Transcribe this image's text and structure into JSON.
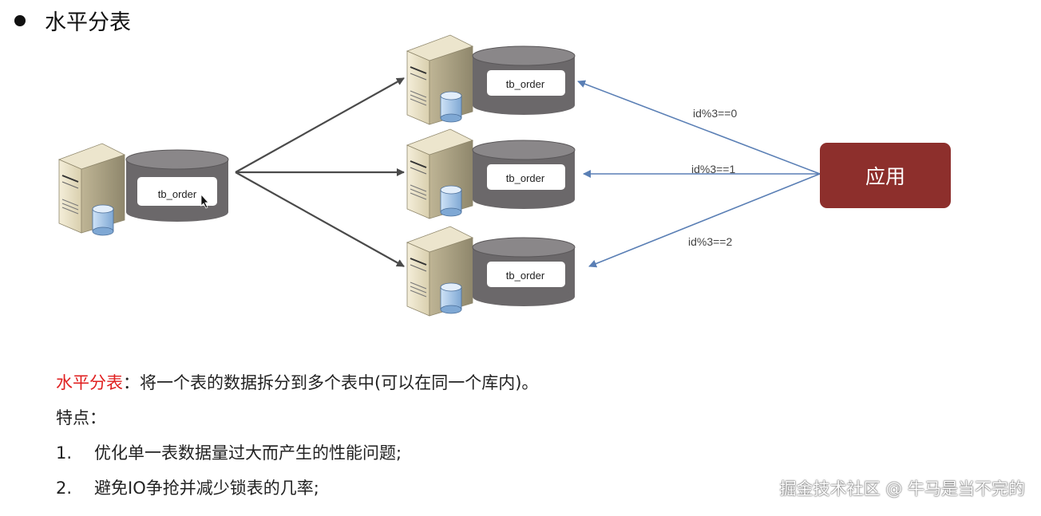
{
  "slide": {
    "heading": "水平分表"
  },
  "diagram": {
    "source_table": "tb_order",
    "shard_tables": [
      "tb_order",
      "tb_order",
      "tb_order"
    ],
    "conditions": [
      "id%3==0",
      "id%3==1",
      "id%3==2"
    ],
    "app_label": "应用"
  },
  "description": {
    "term": "水平分表",
    "definition": "：将一个表的数据拆分到多个表中(可以在同一个库内)。",
    "features_label": "特点：",
    "items": [
      {
        "num": "1.",
        "text": "优化单一表数据量过大而产生的性能问题;"
      },
      {
        "num": "2.",
        "text": "避免IO争抢并减少锁表的几率;"
      }
    ]
  },
  "watermark": "掘金技术社区 @ 牛马是当不完的",
  "colors": {
    "app_box": "#8d2f2c",
    "term_red": "#e02020",
    "arrow_dark": "#4a4a4a",
    "arrow_blue": "#5a7fb5",
    "db_gray": "#6b686a"
  }
}
